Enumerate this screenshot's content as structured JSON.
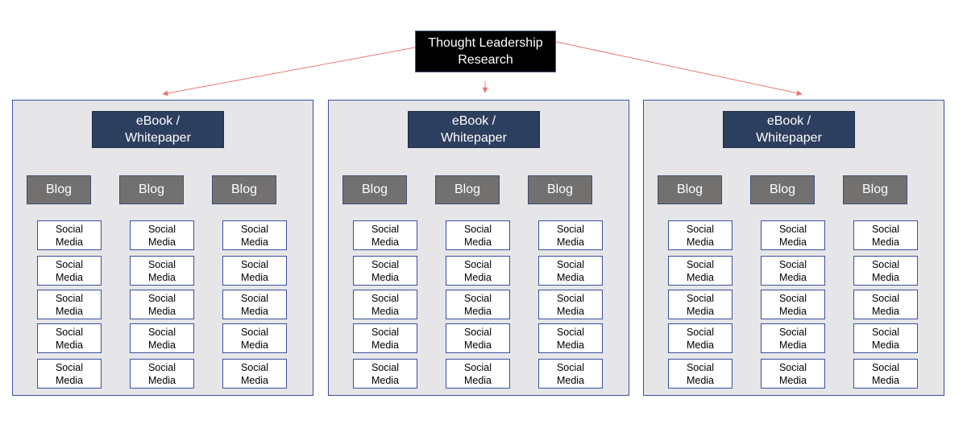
{
  "root": {
    "label": "Thought Leadership\nResearch"
  },
  "arrow_color": "#e8786f",
  "panels": [
    {
      "ebook": "eBook /\nWhitepaper",
      "columns": [
        {
          "blog": "Blog",
          "items": [
            "Social\nMedia",
            "Social\nMedia",
            "Social\nMedia",
            "Social\nMedia",
            "Social\nMedia"
          ]
        },
        {
          "blog": "Blog",
          "items": [
            "Social\nMedia",
            "Social\nMedia",
            "Social\nMedia",
            "Social\nMedia",
            "Social\nMedia"
          ]
        },
        {
          "blog": "Blog",
          "items": [
            "Social\nMedia",
            "Social\nMedia",
            "Social\nMedia",
            "Social\nMedia",
            "Social\nMedia"
          ]
        }
      ]
    },
    {
      "ebook": "eBook /\nWhitepaper",
      "columns": [
        {
          "blog": "Blog",
          "items": [
            "Social\nMedia",
            "Social\nMedia",
            "Social\nMedia",
            "Social\nMedia",
            "Social\nMedia"
          ]
        },
        {
          "blog": "Blog",
          "items": [
            "Social\nMedia",
            "Social\nMedia",
            "Social\nMedia",
            "Social\nMedia",
            "Social\nMedia"
          ]
        },
        {
          "blog": "Blog",
          "items": [
            "Social\nMedia",
            "Social\nMedia",
            "Social\nMedia",
            "Social\nMedia",
            "Social\nMedia"
          ]
        }
      ]
    },
    {
      "ebook": "eBook /\nWhitepaper",
      "columns": [
        {
          "blog": "Blog",
          "items": [
            "Social\nMedia",
            "Social\nMedia",
            "Social\nMedia",
            "Social\nMedia",
            "Social\nMedia"
          ]
        },
        {
          "blog": "Blog",
          "items": [
            "Social\nMedia",
            "Social\nMedia",
            "Social\nMedia",
            "Social\nMedia",
            "Social\nMedia"
          ]
        },
        {
          "blog": "Blog",
          "items": [
            "Social\nMedia",
            "Social\nMedia",
            "Social\nMedia",
            "Social\nMedia",
            "Social\nMedia"
          ]
        }
      ]
    }
  ]
}
